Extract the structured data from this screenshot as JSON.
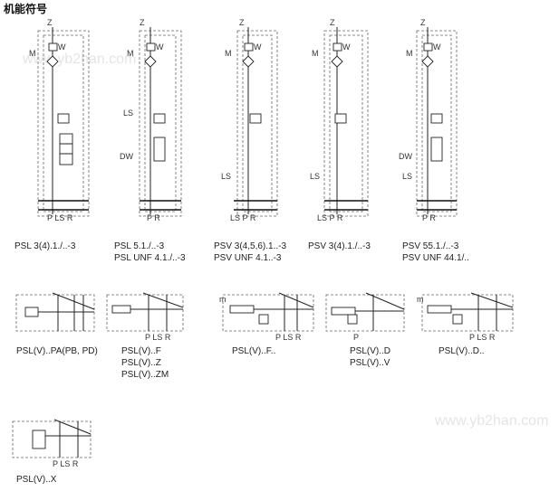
{
  "page_title": "机能符号",
  "watermark": "www.yb2han.com",
  "top_symbols": [
    {
      "id": "psl-3-4",
      "labels": [
        "Z",
        "M"
      ],
      "bottom_ports": "P LS R",
      "caption": [
        "PSL 3(4).1./..-3"
      ]
    },
    {
      "id": "psl-5-1",
      "labels": [
        "Z",
        "M",
        "LS",
        "DW"
      ],
      "bottom_ports": "P     R",
      "caption": [
        "PSL 5.1./..-3",
        "PSL UNF 4.1./..-3"
      ]
    },
    {
      "id": "psv-3-456",
      "labels": [
        "Z",
        "M",
        "LS"
      ],
      "bottom_ports": "LS P    R",
      "caption": [
        "PSV 3(4,5,6).1..-3",
        "PSV UNF 4.1..-3"
      ]
    },
    {
      "id": "psv-3-4",
      "labels": [
        "Z",
        "M",
        "LS"
      ],
      "bottom_ports": "LS P  R",
      "caption": [
        "PSV 3(4).1./..-3"
      ]
    },
    {
      "id": "psv-55-1",
      "labels": [
        "Z",
        "M",
        "DW",
        "LS"
      ],
      "bottom_ports": "P     R",
      "caption": [
        "PSV 55.1./..-3",
        "PSV UNF 44.1/.."
      ]
    }
  ],
  "bottom_symbols": [
    {
      "id": "pa",
      "labels": [
        "",
        ""
      ],
      "bottom_ports": "",
      "caption": [
        "PSL(V)..PA(PB, PD)"
      ]
    },
    {
      "id": "f",
      "labels": [
        "",
        ""
      ],
      "bottom_ports": "P LS R",
      "caption": [
        "PSL(V)..F",
        "PSL(V)..Z",
        "PSL(V)..ZM"
      ]
    },
    {
      "id": "f2",
      "labels": [
        "m",
        ""
      ],
      "bottom_ports": "P LS  R",
      "caption": [
        "PSL(V)..F.."
      ]
    },
    {
      "id": "d",
      "labels": [
        "",
        ""
      ],
      "bottom_ports": "P",
      "caption": [
        "PSL(V)..D",
        "PSL(V)..V"
      ]
    },
    {
      "id": "d2",
      "labels": [
        "m",
        ""
      ],
      "bottom_ports": "P LS R",
      "caption": [
        "PSL(V)..D.."
      ]
    },
    {
      "id": "x",
      "labels": [
        "",
        ""
      ],
      "bottom_ports": "P LS R",
      "caption": [
        "PSL(V)..X"
      ]
    }
  ]
}
